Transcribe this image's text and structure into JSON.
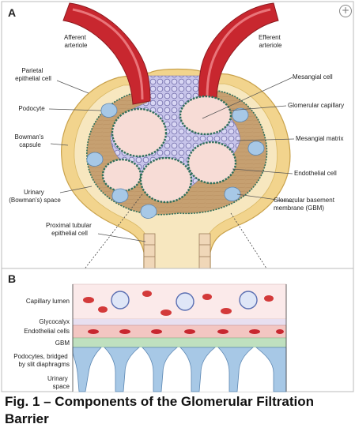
{
  "panel_a": {
    "letter": "A",
    "labels": {
      "afferent": [
        "Afferent",
        "arteriole"
      ],
      "efferent": [
        "Efferent",
        "arteriole"
      ],
      "parietal": [
        "Parietal",
        "epithelial cell"
      ],
      "podocyte": [
        "Podocyte"
      ],
      "bowmans_capsule": [
        "Bowman's",
        "capsule"
      ],
      "urinary_space": [
        "Urinary",
        "(Bowman's) space"
      ],
      "proximal": [
        "Proximal tubular",
        "epithelial cell"
      ],
      "mesangial_cell": [
        "Mesangial cell"
      ],
      "glomerular_capillary": [
        "Glomerular capillary"
      ],
      "mesangial_matrix": [
        "Mesangial matrix"
      ],
      "endothelial_cell": [
        "Endothelial cell"
      ],
      "gbm": [
        "Glomerular basement",
        "membrane (GBM)"
      ]
    }
  },
  "panel_b": {
    "letter": "B",
    "labels": {
      "capillary_lumen": "Capillary lumen",
      "glycocalyx": "Glycocalyx",
      "endothelial_cells": "Endothelial cells",
      "gbm": "GBM",
      "podocytes": [
        "Podocytes, bridged",
        "by slit diaphragms"
      ],
      "urinary_space": [
        "Urinary",
        "space"
      ]
    }
  },
  "caption": "Fig. 1 – Components of the Glomerular Filtration Barrier",
  "icons": {
    "zoom": "zoom-in-icon"
  },
  "colors": {
    "capsule": "#f0d28a",
    "tuft": "#c9a77a",
    "artery": "#c8272f",
    "capillary_fill": "#f7dcd6",
    "mesangium": "#b8b6e0",
    "podocyte": "#a7c8e6",
    "gbm": "#bfe0bf"
  }
}
